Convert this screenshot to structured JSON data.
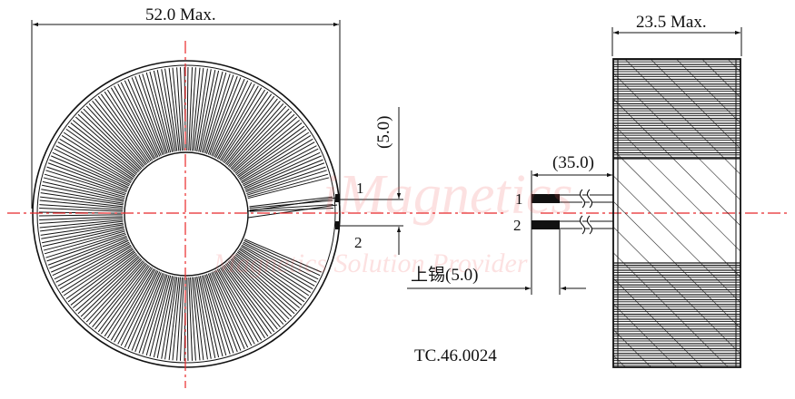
{
  "drawing": {
    "part_number": "TC.46.0024",
    "colors": {
      "line": "#111111",
      "centerline": "#e8282a",
      "watermark": "#f5a0a0"
    },
    "front_view": {
      "outer_diameter_label": "52.0 Max.",
      "pin_1_label": "1",
      "pin_2_label": "2",
      "pin_spacing_label": "(5.0)"
    },
    "lead_detail": {
      "tinning_label": "上锡(5.0)",
      "lead_length_label": "(35.0)",
      "pin_1_label": "1",
      "pin_2_label": "2"
    },
    "side_view": {
      "height_label": "23.5 Max."
    },
    "watermark": {
      "brand": "iMagnetics",
      "tagline": "Magnetics Solution Provider"
    }
  }
}
